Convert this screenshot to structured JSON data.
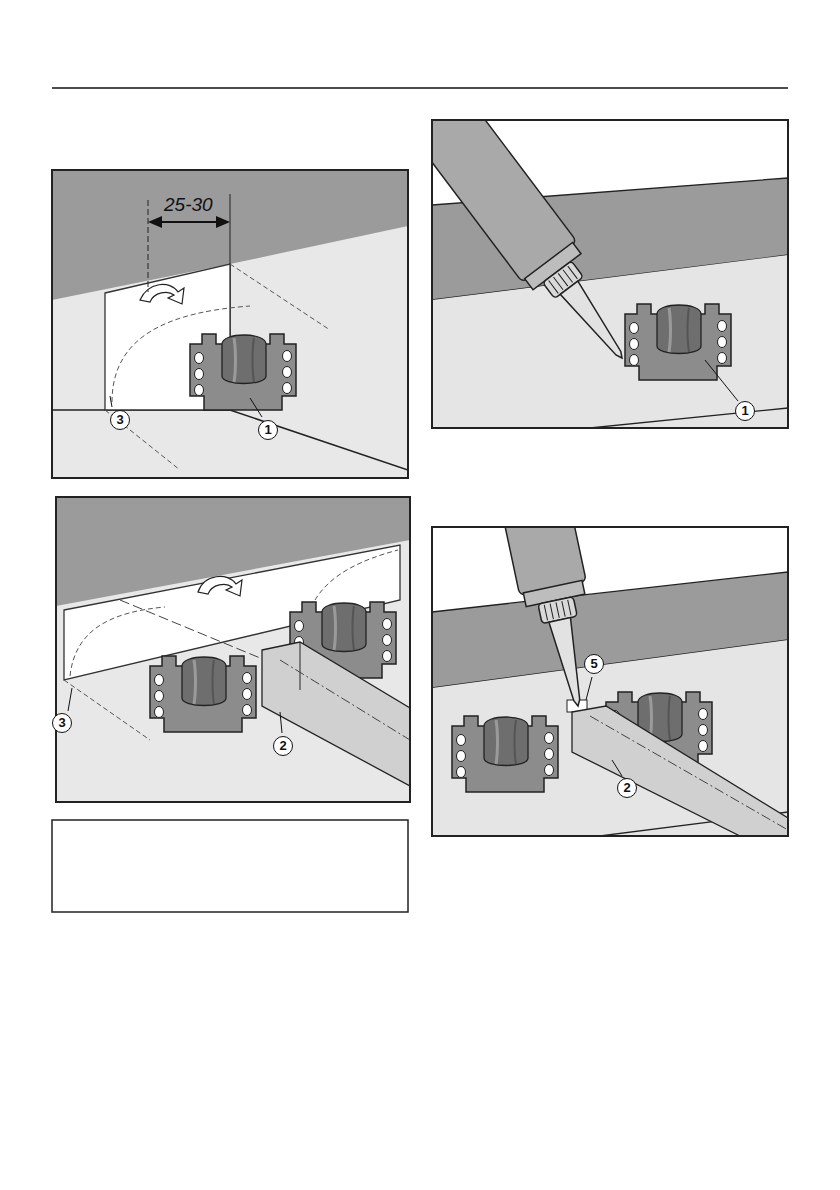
{
  "diagram": {
    "labels": [
      "25-30",
      "3",
      "1",
      "1",
      "3",
      "2",
      "5",
      "2"
    ]
  }
}
